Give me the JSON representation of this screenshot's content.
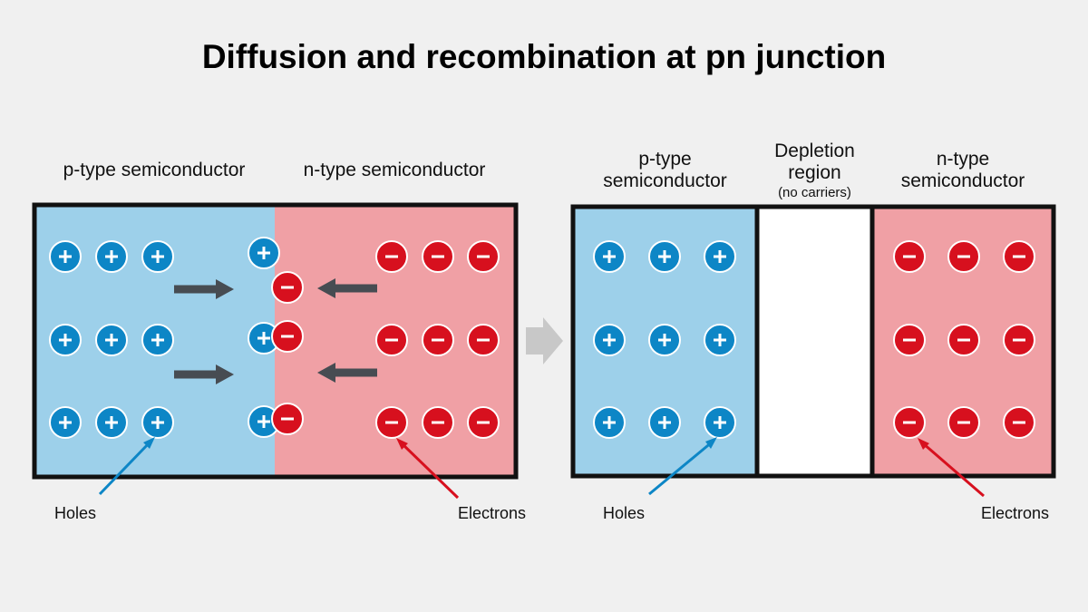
{
  "title": "Diffusion and recombination at pn junction",
  "left_panel": {
    "p_label": "p-type semiconductor",
    "n_label": "n-type semiconductor",
    "holes_label": "Holes",
    "electrons_label": "Electrons"
  },
  "right_panel": {
    "p_label_line1": "p-type",
    "p_label_line2": "semiconductor",
    "depletion_line1": "Depletion",
    "depletion_line2": "region",
    "depletion_note": "(no carriers)",
    "n_label_line1": "n-type",
    "n_label_line2": "semiconductor",
    "holes_label": "Holes",
    "electrons_label": "Electrons"
  },
  "symbols": {
    "hole": "+",
    "electron": "−"
  },
  "colors": {
    "background": "#f0f0f0",
    "p_region": "#9dd0ea",
    "n_region": "#f0a0a5",
    "depletion_region": "#ffffff",
    "border": "#111111",
    "hole": "#0d86c6",
    "electron": "#d7101e",
    "diffusion_arrow": "#474c52",
    "transition_arrow": "#c8c8c8",
    "hole_pointer": "#0d86c6",
    "electron_pointer": "#d7101e"
  },
  "icons": {
    "diffusion_arrow": "arrow-icon",
    "transition_arrow": "chevron-right-arrow-icon"
  }
}
